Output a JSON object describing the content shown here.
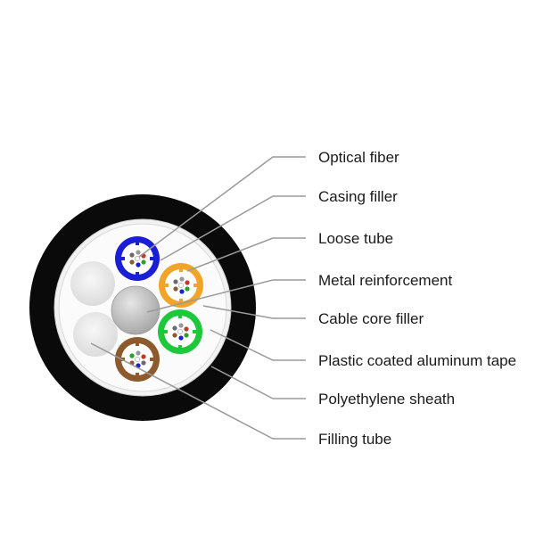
{
  "diagram": {
    "labels": [
      "Optical fiber",
      "Casing filler",
      "Loose tube",
      "Metal reinforcement",
      "Cable core filler",
      "Plastic coated aluminum tape",
      "Polyethylene sheath",
      "Filling tube"
    ]
  },
  "colors": {
    "sheath": "#0a0a0a",
    "tape_ring": "#f2f2f2",
    "core_bg": "#fbfbfb",
    "filler": "#e9e9e9",
    "strength_member": "#c4c4c4",
    "tube_blue": "#1a1fd6",
    "tube_orange": "#f0a52a",
    "tube_green": "#1dc93a",
    "tube_brown": "#8d5a2e",
    "leader_line": "#9a9a9a"
  }
}
